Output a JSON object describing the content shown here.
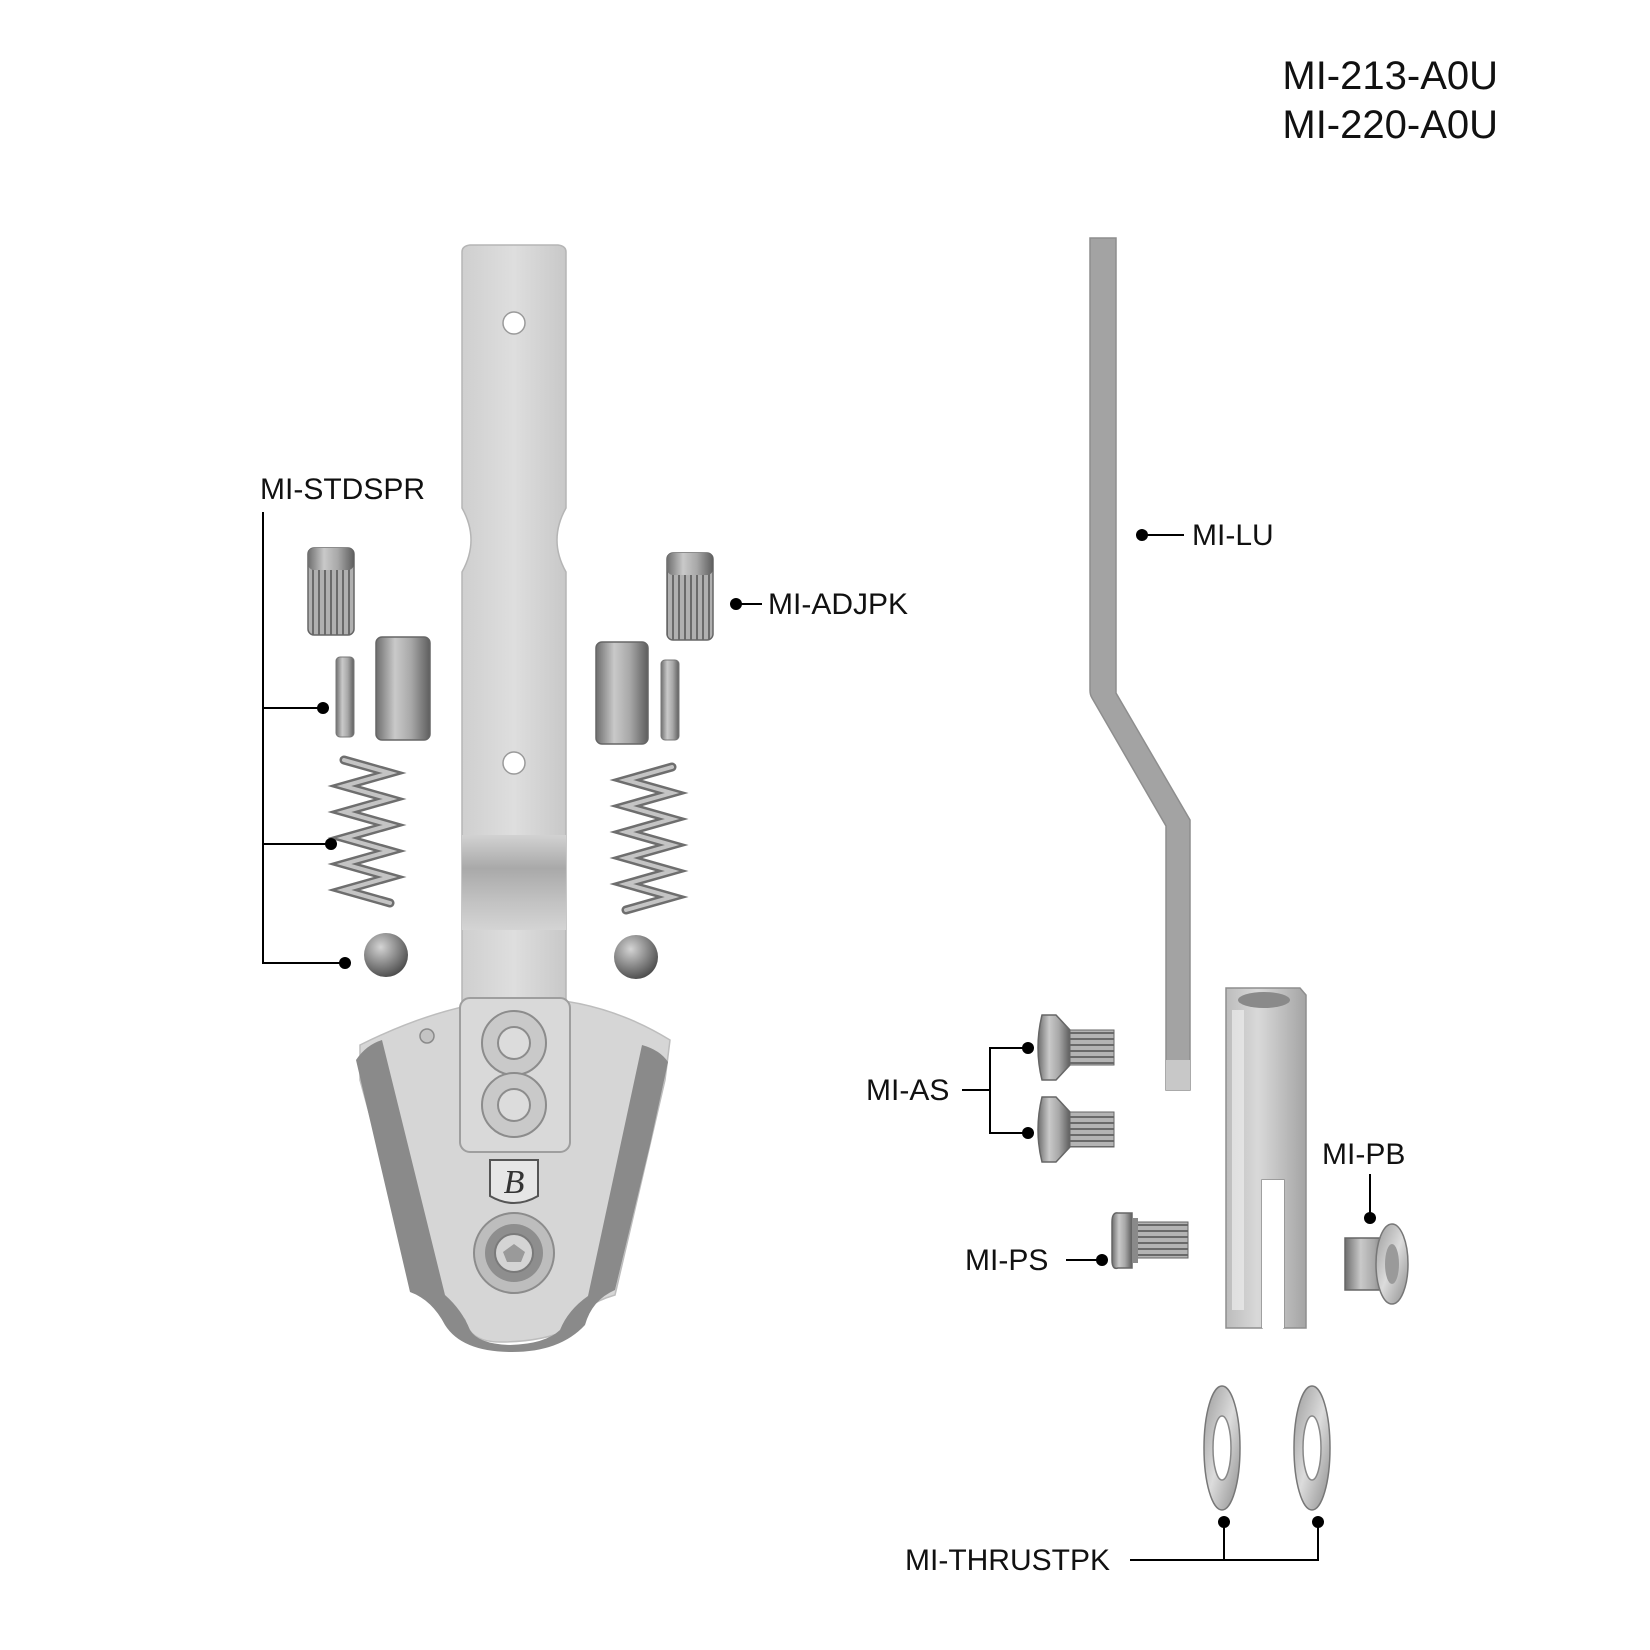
{
  "header": {
    "model_numbers": [
      "MI-213-A0U",
      "MI-220-A0U"
    ]
  },
  "parts": {
    "stdspr": "MI-STDSPR",
    "adjpk": "MI-ADJPK",
    "lu": "MI-LU",
    "as": "MI-AS",
    "pb": "MI-PB",
    "ps": "MI-PS",
    "thrustpk": "MI-THRUSTPK"
  },
  "logo": {
    "letter": "B"
  },
  "colors": {
    "metal_light": "#d0d0d0",
    "metal_mid": "#a6a6a6",
    "metal_dark": "#7a7a7a",
    "leader": "#000000"
  }
}
